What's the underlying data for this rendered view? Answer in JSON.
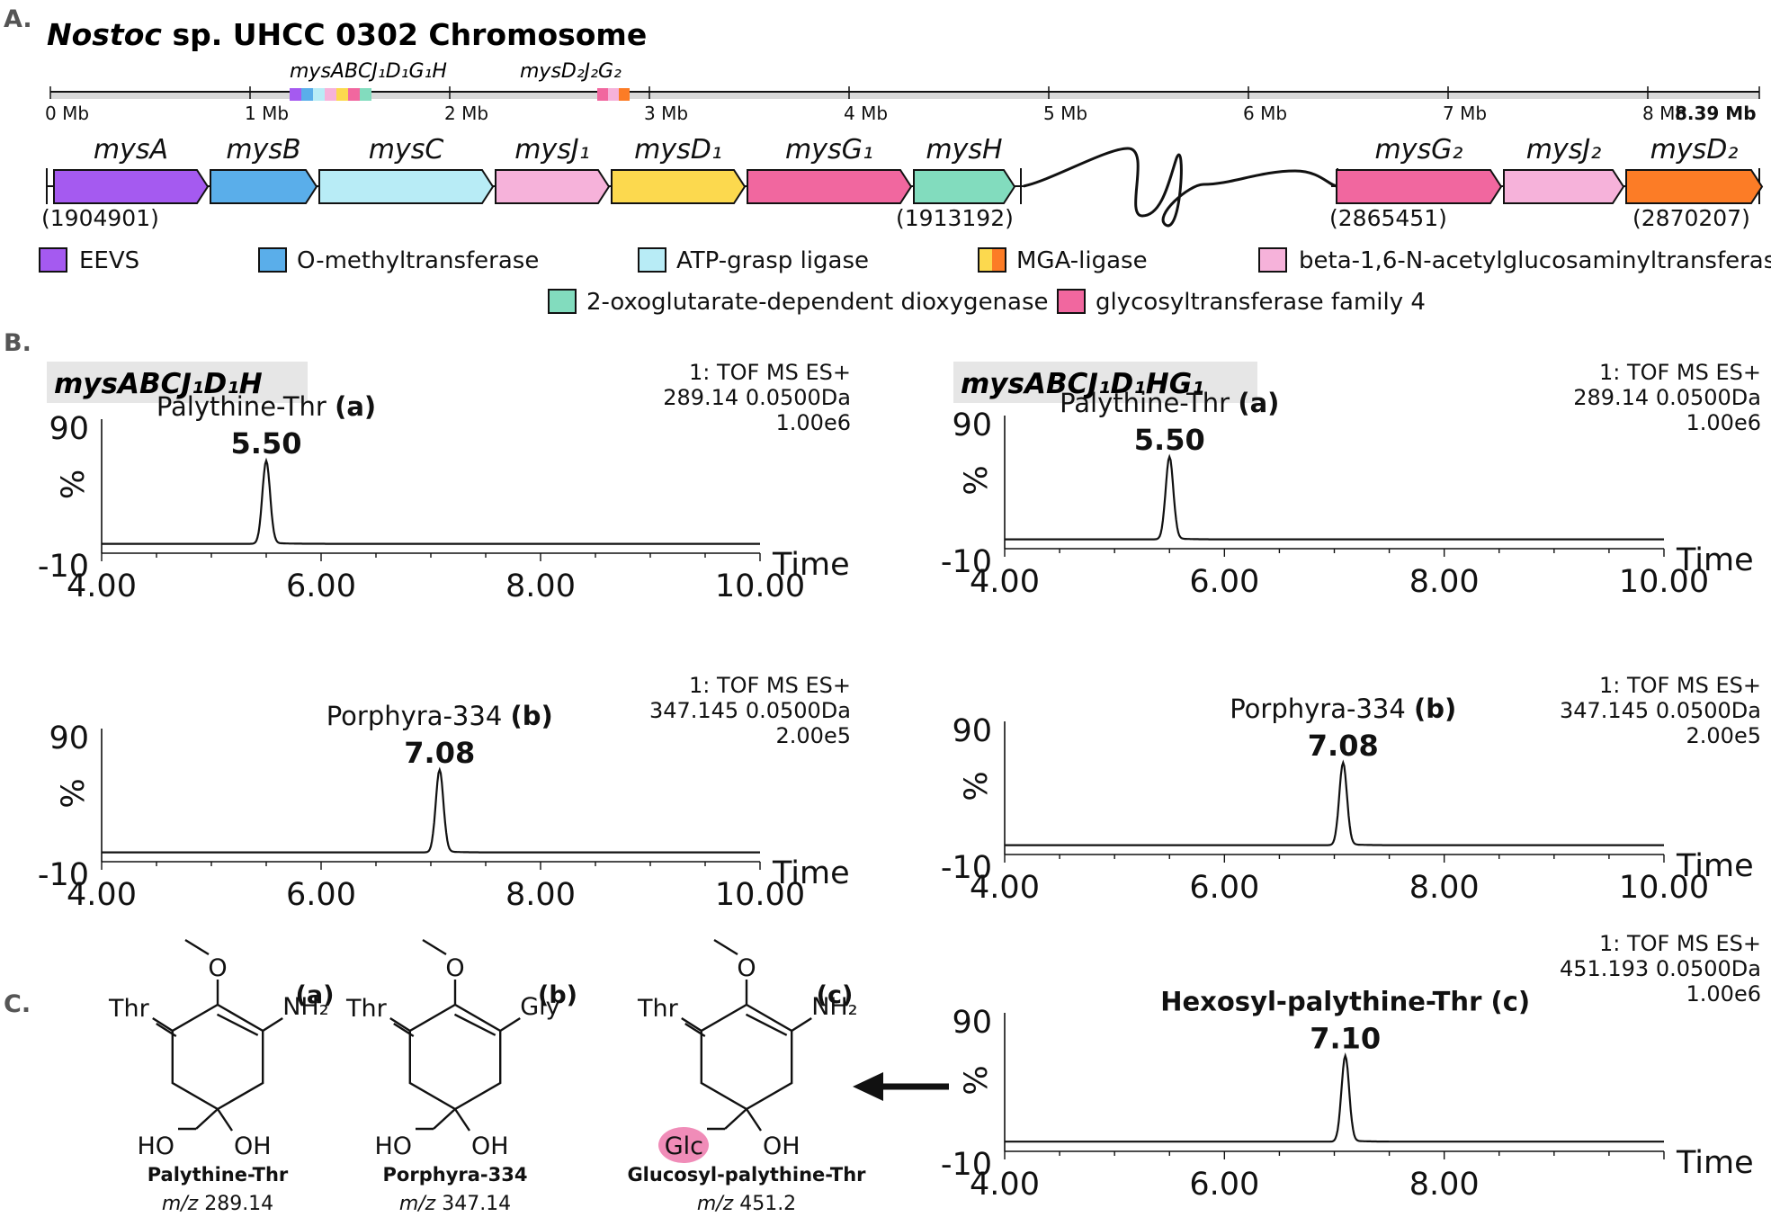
{
  "panelA": {
    "label": "A.",
    "title_italic": "Nostoc",
    "title_rest": " sp. UHCC 0302 Chromosome",
    "scale": {
      "ticks": [
        "0 Mb",
        "1 Mb",
        "2 Mb",
        "3 Mb",
        "4 Mb",
        "5 Mb",
        "6 Mb",
        "7 Mb",
        "8 Mb"
      ],
      "end_label": "8.39 Mb"
    },
    "cluster1_label": "mysABCJ₁D₁G₁H",
    "cluster2_label": "mysD₂J₂G₂",
    "genes1": [
      {
        "name": "mysA",
        "color": "#a55af0"
      },
      {
        "name": "mysB",
        "color": "#5aaeea"
      },
      {
        "name": "mysC",
        "color": "#b8ecf6"
      },
      {
        "name": "mysJ₁",
        "color": "#f6b2da"
      },
      {
        "name": "mysD₁",
        "color": "#fcd94e"
      },
      {
        "name": "mysG₁",
        "color": "#f1679f"
      },
      {
        "name": "mysH",
        "color": "#82dcbe"
      }
    ],
    "genes2": [
      {
        "name": "mysG₂",
        "color": "#f1679f"
      },
      {
        "name": "mysJ₂",
        "color": "#f6b2da"
      },
      {
        "name": "mysD₂",
        "color": "#fc7c26"
      }
    ],
    "coords": [
      "(1904901)",
      "(1913192)",
      "(2865451)",
      "(2870207)"
    ],
    "legend": [
      {
        "label": "EEVS",
        "color": "#a55af0"
      },
      {
        "label": "O-methyltransferase",
        "color": "#5aaeea"
      },
      {
        "label": "ATP-grasp ligase",
        "color": "#b8ecf6"
      },
      {
        "label": "MGA-ligase",
        "color": "#fcd94e",
        "color2": "#fc7c26"
      },
      {
        "label": "beta-1,6-N-acetylglucosaminyltransferase",
        "color": "#f6b2da"
      },
      {
        "label": "2-oxoglutarate-dependent dioxygenase",
        "color": "#82dcbe"
      },
      {
        "label": "glycosyltransferase family 4",
        "color": "#f1679f"
      }
    ]
  },
  "panelB": {
    "label": "B.",
    "left_title": "mysABCJ₁D₁H",
    "right_title": "mysABCJ₁D₁HG₁",
    "y_labels": {
      "top": "90",
      "bottom": "-10",
      "unit": "%"
    },
    "x_label": "Time",
    "chromatograms": [
      {
        "id": "L1",
        "hdr": [
          "1: TOF MS ES+",
          "289.14 0.0500Da",
          "1.00e6"
        ],
        "compound": "Palythine-Thr",
        "tag": "(a)",
        "rt": "5.50",
        "ticks": [
          "4.00",
          "6.00",
          "8.00",
          "10.00"
        ]
      },
      {
        "id": "L2",
        "hdr": [
          "1: TOF MS ES+",
          "347.145 0.0500Da",
          "2.00e5"
        ],
        "compound": "Porphyra-334",
        "tag": "(b)",
        "rt": "7.08",
        "ticks": [
          "4.00",
          "6.00",
          "8.00",
          "10.00"
        ]
      },
      {
        "id": "R1",
        "hdr": [
          "1: TOF MS ES+",
          "289.14 0.0500Da",
          "1.00e6"
        ],
        "compound": "Palythine-Thr",
        "tag": "(a)",
        "rt": "5.50",
        "ticks": [
          "4.00",
          "6.00",
          "8.00",
          "10.00"
        ]
      },
      {
        "id": "R2",
        "hdr": [
          "1: TOF MS ES+",
          "347.145 0.0500Da",
          "2.00e5"
        ],
        "compound": "Porphyra-334",
        "tag": "(b)",
        "rt": "7.08",
        "ticks": [
          "4.00",
          "6.00",
          "8.00",
          "10.00"
        ]
      },
      {
        "id": "R3",
        "hdr": [
          "1: TOF MS ES+",
          "451.193 0.0500Da",
          "1.00e6"
        ],
        "compound": "Hexosyl-palythine-Thr",
        "tag": "(c)",
        "rt": "7.10",
        "ticks": [
          "4.00",
          "6.00",
          "8.00"
        ]
      }
    ]
  },
  "panelC": {
    "label": "C.",
    "structures": [
      {
        "tag": "(a)",
        "left": "Thr",
        "right": "NH₂",
        "bl": "HO",
        "br": "OH",
        "name": "Palythine-Thr",
        "mz_it": "m/z",
        "mz": " 289.14"
      },
      {
        "tag": "(b)",
        "left": "Thr",
        "right": "Gly",
        "bl": "HO",
        "br": "OH",
        "name": "Porphyra-334",
        "mz_it": "m/z",
        "mz": " 347.14"
      },
      {
        "tag": "(c)",
        "left": "Thr",
        "right": "NH₂",
        "bl": "Glc",
        "br": "OH",
        "name": "Glucosyl-palythine-Thr",
        "mz_it": "m/z",
        "mz": " 451.2",
        "glc_color": "#f08cb8"
      }
    ]
  }
}
